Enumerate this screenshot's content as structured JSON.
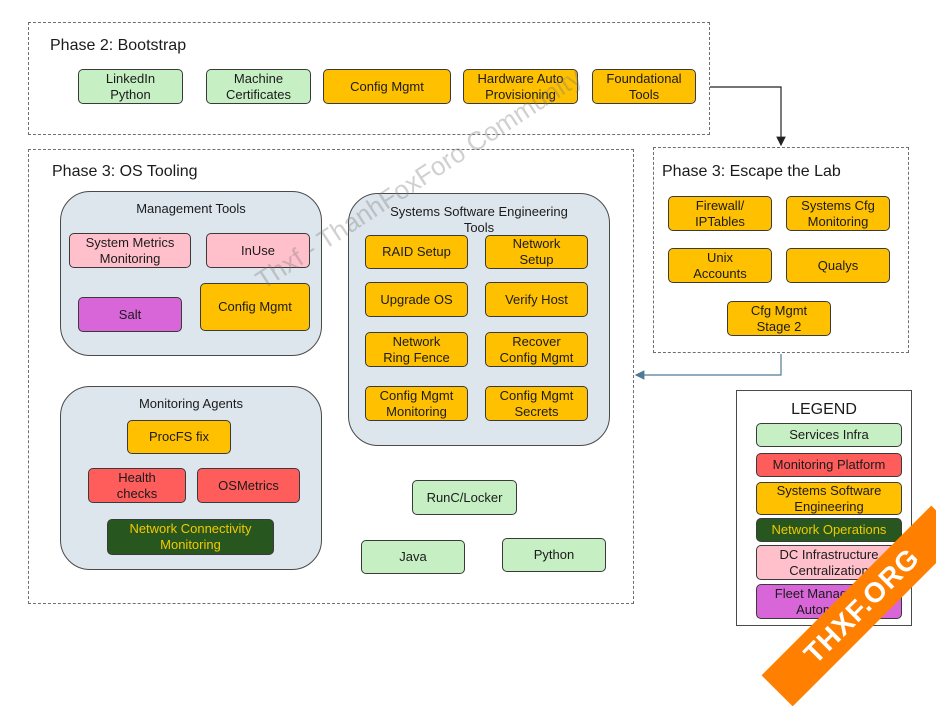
{
  "phase2": {
    "title": "Phase 2: Bootstrap",
    "items": [
      {
        "label": "LinkedIn\nPython",
        "color": "green"
      },
      {
        "label": "Machine\nCertificates",
        "color": "green"
      },
      {
        "label": "Config Mgmt",
        "color": "yellow"
      },
      {
        "label": "Hardware Auto\nProvisioning",
        "color": "yellow"
      },
      {
        "label": "Foundational\nTools",
        "color": "yellow"
      }
    ]
  },
  "phase3_os": {
    "title": "Phase 3: OS Tooling",
    "management": {
      "title": "Management Tools",
      "items": [
        {
          "label": "System Metrics\nMonitoring",
          "color": "pink"
        },
        {
          "label": "InUse",
          "color": "pink"
        },
        {
          "label": "Salt",
          "color": "purple"
        },
        {
          "label": "Config Mgmt",
          "color": "yellow"
        }
      ]
    },
    "monitoring": {
      "title": "Monitoring Agents",
      "items": [
        {
          "label": "ProcFS fix",
          "color": "yellow"
        },
        {
          "label": "Health\nchecks",
          "color": "red"
        },
        {
          "label": "OSMetrics",
          "color": "red"
        },
        {
          "label": "Network Connectivity\nMonitoring",
          "color": "dgreen"
        }
      ]
    },
    "sse": {
      "title": "Systems Software Engineering\nTools",
      "items": [
        {
          "label": "RAID Setup",
          "color": "yellow"
        },
        {
          "label": "Network\nSetup",
          "color": "yellow"
        },
        {
          "label": "Upgrade OS",
          "color": "yellow"
        },
        {
          "label": "Verify Host",
          "color": "yellow"
        },
        {
          "label": "Network\nRing Fence",
          "color": "yellow"
        },
        {
          "label": "Recover\nConfig Mgmt",
          "color": "yellow"
        },
        {
          "label": "Config Mgmt\nMonitoring",
          "color": "yellow"
        },
        {
          "label": "Config Mgmt\nSecrets",
          "color": "yellow"
        }
      ]
    },
    "standalone": [
      {
        "label": "RunC/Locker",
        "color": "green"
      },
      {
        "label": "Java",
        "color": "green"
      },
      {
        "label": "Python",
        "color": "green"
      }
    ]
  },
  "phase3_lab": {
    "title": "Phase 3: Escape the Lab",
    "items": [
      {
        "label": "Firewall/\nIPTables",
        "color": "yellow"
      },
      {
        "label": "Systems Cfg\nMonitoring",
        "color": "yellow"
      },
      {
        "label": "Unix\nAccounts",
        "color": "yellow"
      },
      {
        "label": "Qualys",
        "color": "yellow"
      },
      {
        "label": "Cfg Mgmt\nStage 2",
        "color": "yellow"
      }
    ]
  },
  "legend": {
    "title": "LEGEND",
    "items": [
      {
        "label": "Services Infra",
        "color": "green"
      },
      {
        "label": "Monitoring Platform",
        "color": "red"
      },
      {
        "label": "Systems Software\nEngineering",
        "color": "yellow"
      },
      {
        "label": "Network Operations",
        "color": "dgreen"
      },
      {
        "label": "DC Infrastructure\nCentralization",
        "color": "pink"
      },
      {
        "label": "Fleet Management\nAutomation",
        "color": "purple"
      }
    ]
  },
  "watermark": "Thxf - ThanhFoxForo Community",
  "badge": "THXF.ORG",
  "colors": {
    "green": "#c6efc4",
    "yellow": "#ffc000",
    "pink": "#ffc0cb",
    "purple": "#d866d8",
    "red": "#ff5c5c",
    "dgreen": "#27571e"
  }
}
